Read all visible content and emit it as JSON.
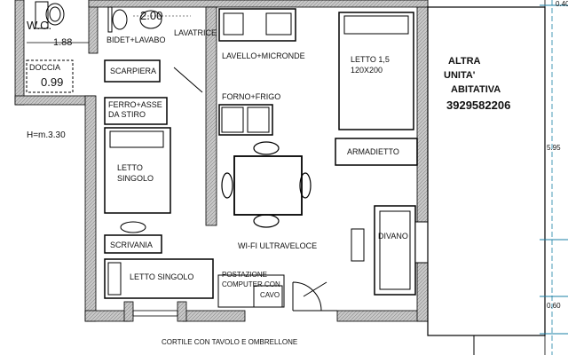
{
  "labels": {
    "wc": "W.C.",
    "dim_188": "1.88",
    "dim_200": "2.00",
    "bidet_lavabo": "BIDET+LAVABO",
    "lavatrice": "LAVATRICE",
    "doccia": "DOCCIA",
    "dim_099": "0.99",
    "scarpiera": "SCARPIERA",
    "lavello_microonde": "LAVELLO+MICRONDE",
    "letto_15_line1": "LETTO 1,5",
    "letto_15_line2": "120X200",
    "altra_line1": "ALTRA",
    "altra_line2": "UNITA'",
    "altra_line3": "ABITATIVA",
    "phone": "3929582206",
    "ferro_line1": "FERRO+ASSE",
    "ferro_line2": "DA STIRO",
    "forno_frigo": "FORNO+FRIGO",
    "height": "H=m.3.30",
    "armadietto": "ARMADIETTO",
    "letto_singolo_line1": "LETTO",
    "letto_singolo_line2": "SINGOLO",
    "dim_040": "0.40",
    "dim_595": "5.95",
    "dim_060": "0.60",
    "scrivania": "SCRIVANIA",
    "wifi": "WI-FI ULTRAVELOCE",
    "divano": "DIVANO",
    "letto_singolo_2": "LETTO SINGOLO",
    "postazione_line1": "POSTAZIONE",
    "postazione_line2": "COMPUTER CON",
    "postazione_line3": "CAVO",
    "cortile": "CORTILE CON TAVOLO E OMBRELLONE"
  }
}
